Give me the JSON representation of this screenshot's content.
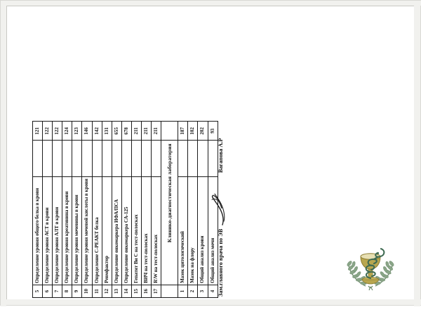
{
  "document": {
    "orientation": "rotated-90-ccw",
    "emblem_name": "bowl-of-hygieia-with-laurel-wreath",
    "emblem_colors": {
      "cup": "#b5a24a",
      "snake": "#3f6b52",
      "wreath": "#7f9c7d"
    }
  },
  "table": {
    "section_label": "Клинико-диагностическая лаборатория",
    "rows": [
      {
        "no": "5",
        "name": "Определение уровня общего белка  в крови",
        "value": "121"
      },
      {
        "no": "6",
        "name": "Определение уровня АСТ  в крови",
        "value": "122"
      },
      {
        "no": "7",
        "name": "Определение уровня АЛТ в крови",
        "value": "122"
      },
      {
        "no": "8",
        "name": "Определение уровня креатинина в крови",
        "value": "124"
      },
      {
        "no": "9",
        "name": "Определение уровня мочевины в крови",
        "value": "123"
      },
      {
        "no": "10",
        "name": "Определение уровня мочевой кислоты в крови",
        "value": "146"
      },
      {
        "no": "11",
        "name": "Определение С-РЕАКТ белка",
        "value": "142"
      },
      {
        "no": "12",
        "name": "Ревмфактор",
        "value": "131"
      },
      {
        "no": "13",
        "name": "Определение онкомаркера ИФА/ПСА",
        "value": "655"
      },
      {
        "no": "14",
        "name": "Определение онкомаркера СА-125",
        "value": "678"
      },
      {
        "no": "15",
        "name": "Гепатит Ви С на тест-полосках",
        "value": "211"
      },
      {
        "no": "16",
        "name": "ВИЧ на тест-полосках",
        "value": "211"
      },
      {
        "no": "17",
        "name": "R\\W на тест-полосках",
        "value": "211"
      }
    ],
    "section_rows": [
      {
        "no": "1",
        "name": "Мазок цитологический",
        "value": "187"
      },
      {
        "no": "2",
        "name": "Мазок на флору",
        "value": "102"
      },
      {
        "no": "3",
        "name": "Общий анализ крови",
        "value": "202"
      },
      {
        "no": "4",
        "name": "Общий анализ мочи",
        "value": "93"
      }
    ]
  },
  "signature": {
    "title": "Зам.главного врача по ЭВ",
    "name": "Вагапова А.Р"
  }
}
